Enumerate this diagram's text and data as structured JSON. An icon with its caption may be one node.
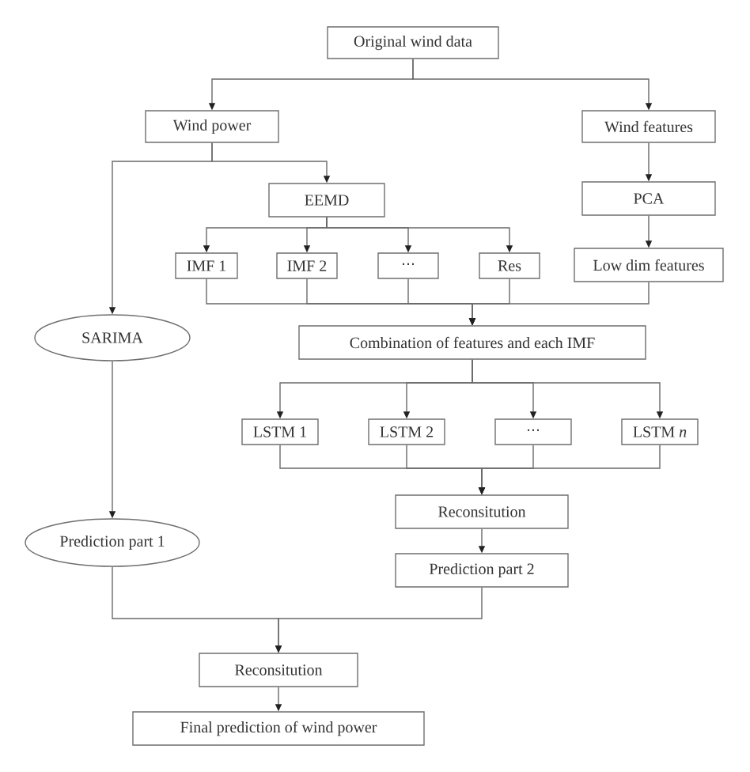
{
  "diagram": {
    "nodes": [
      {
        "text": [
          "Original wind data"
        ]
      },
      {
        "text": [
          "Wind power"
        ]
      },
      {
        "text": [
          "Wind features"
        ]
      },
      {
        "text": [
          "EEMD"
        ]
      },
      {
        "text": [
          "PCA"
        ]
      },
      {
        "text": [
          "IMF 1"
        ]
      },
      {
        "text": [
          "IMF 2"
        ]
      },
      {
        "text": [
          "⋯"
        ]
      },
      {
        "text": [
          "Res"
        ]
      },
      {
        "text": [
          "Low dim features"
        ]
      },
      {
        "text": [
          "SARIMA"
        ]
      },
      {
        "text": [
          "Combination of features and each IMF"
        ]
      },
      {
        "text": [
          "LSTM 1"
        ]
      },
      {
        "text": [
          "LSTM 2"
        ]
      },
      {
        "text": [
          "⋯"
        ]
      },
      {
        "text": [
          "LSTM *n*"
        ]
      },
      {
        "text": [
          "Reconsitution"
        ]
      },
      {
        "text": [
          "Prediction part 1"
        ]
      },
      {
        "text": [
          "Prediction part 2"
        ]
      },
      {
        "text": [
          "Reconsitution"
        ]
      },
      {
        "text": [
          "Final prediction of wind power"
        ]
      }
    ],
    "edges": [
      {
        "from": 0,
        "to": 1,
        "arrow": "to"
      },
      {
        "from": 0,
        "to": 2,
        "arrow": "to"
      },
      {
        "from": 1,
        "to": 3,
        "arrow": "to"
      },
      {
        "from": 1,
        "to": 10,
        "arrow": "to"
      },
      {
        "from": 2,
        "to": 4,
        "arrow": "to"
      },
      {
        "from": 3,
        "to": 5,
        "arrow": "to"
      },
      {
        "from": 3,
        "to": 6,
        "arrow": "to"
      },
      {
        "from": 3,
        "to": 7,
        "arrow": "to"
      },
      {
        "from": 3,
        "to": 8,
        "arrow": "to"
      },
      {
        "from": 4,
        "to": 9,
        "arrow": "to"
      },
      {
        "from": 5,
        "to": 11,
        "arrow": "to"
      },
      {
        "from": 6,
        "to": 11,
        "arrow": "to"
      },
      {
        "from": 7,
        "to": 11,
        "arrow": "to"
      },
      {
        "from": 8,
        "to": 11,
        "arrow": "to"
      },
      {
        "from": 9,
        "to": 11,
        "arrow": "to"
      },
      {
        "from": 10,
        "to": 17,
        "arrow": "to"
      },
      {
        "from": 11,
        "to": 12,
        "arrow": "to"
      },
      {
        "from": 11,
        "to": 13,
        "arrow": "to"
      },
      {
        "from": 11,
        "to": 14,
        "arrow": "to"
      },
      {
        "from": 11,
        "to": 15,
        "arrow": "to"
      },
      {
        "from": 12,
        "to": 16,
        "arrow": "to"
      },
      {
        "from": 13,
        "to": 16,
        "arrow": "to"
      },
      {
        "from": 14,
        "to": 16,
        "arrow": "to"
      },
      {
        "from": 15,
        "to": 16,
        "arrow": "to"
      },
      {
        "from": 16,
        "to": 18,
        "arrow": "to"
      },
      {
        "from": 17,
        "to": 19,
        "arrow": "to"
      },
      {
        "from": 18,
        "to": 19,
        "arrow": "to"
      },
      {
        "from": 19,
        "to": 20,
        "arrow": "to"
      }
    ]
  }
}
